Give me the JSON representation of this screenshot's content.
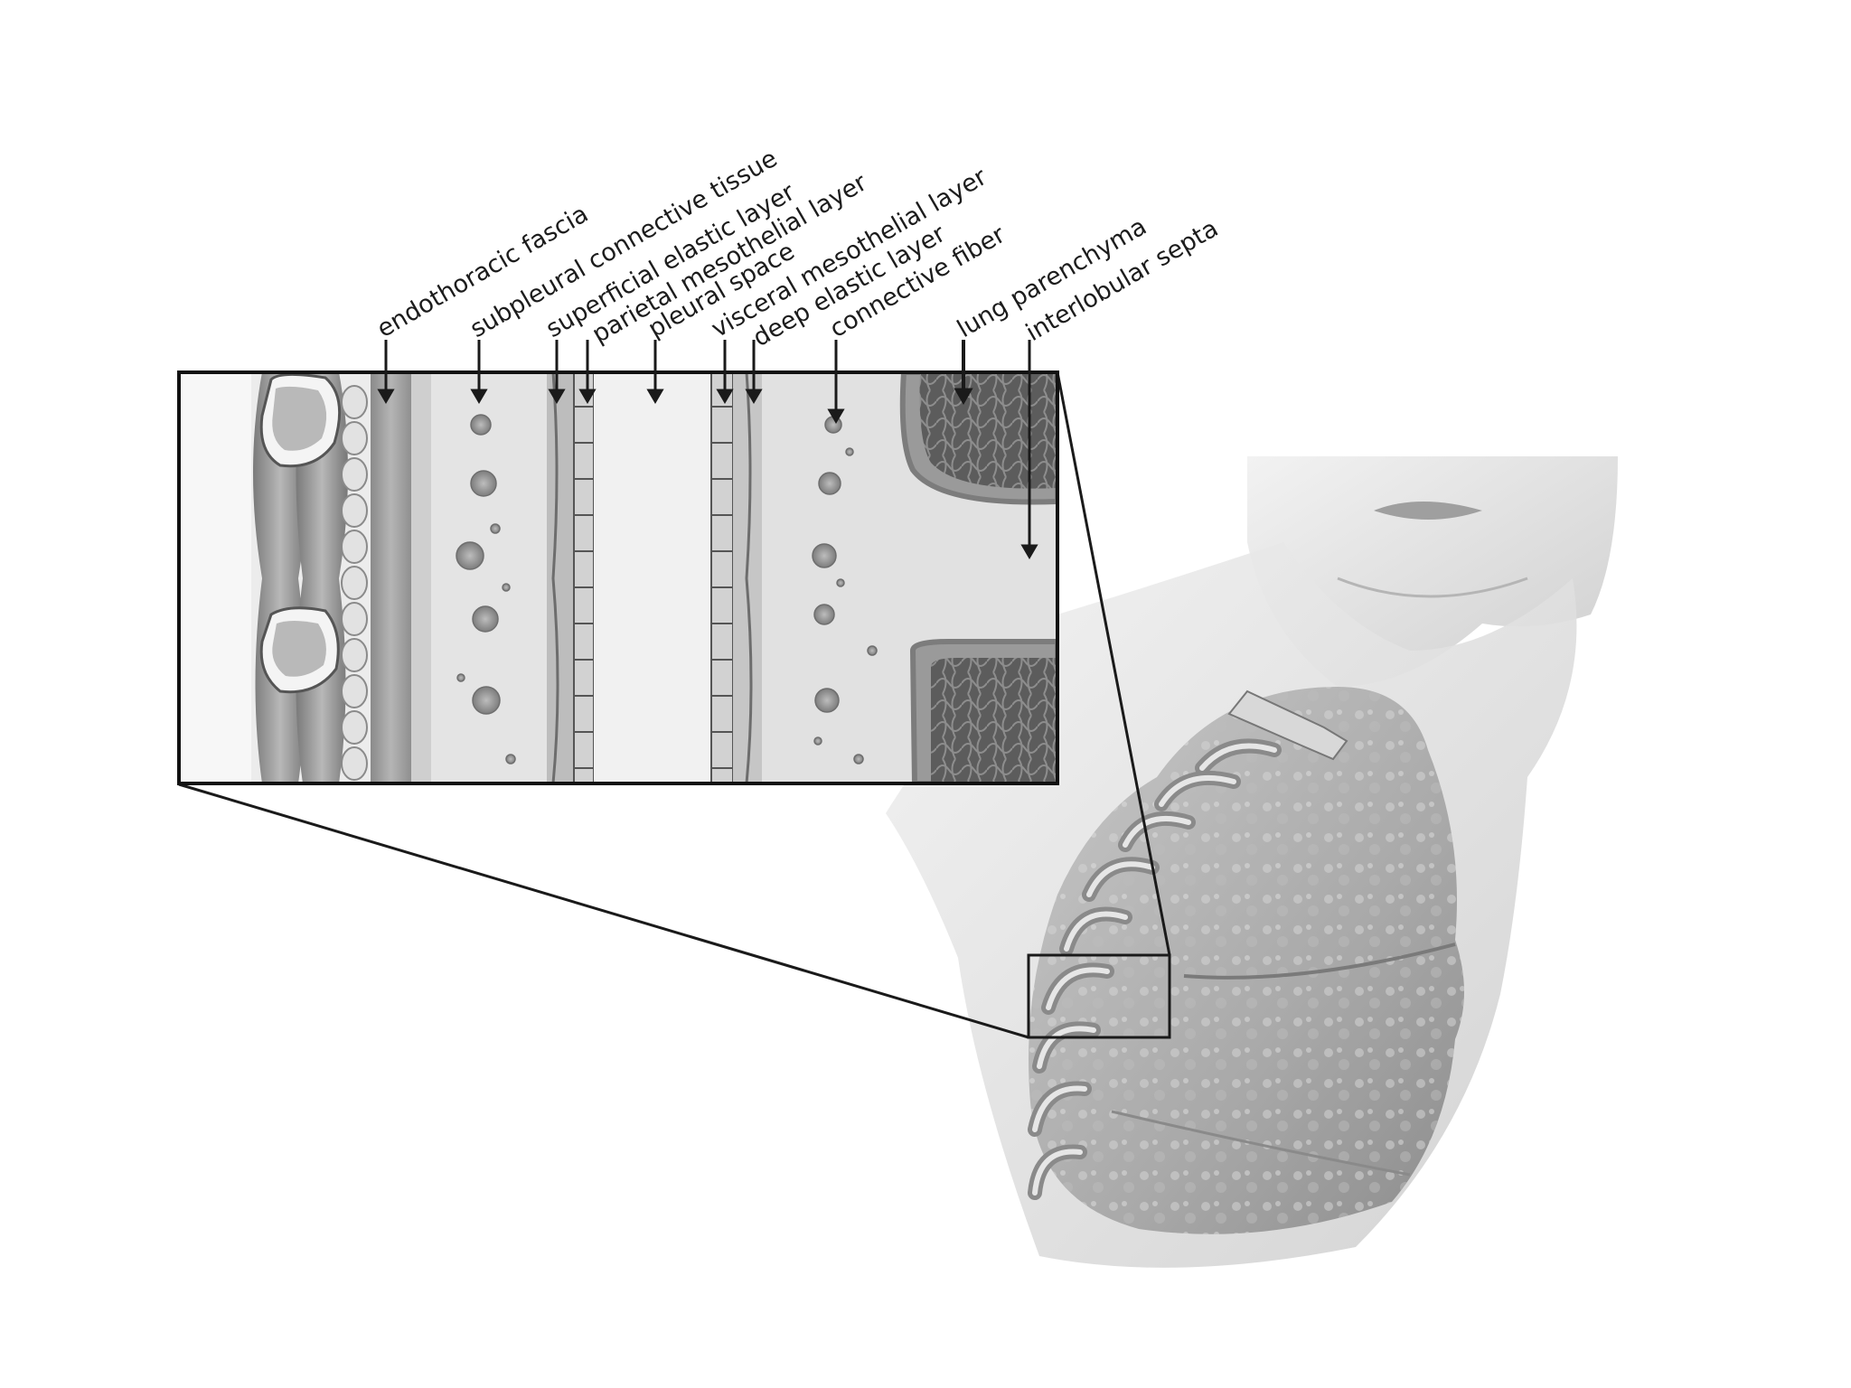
{
  "labels": [
    {
      "id": "endothoracic-fascia",
      "text": "endothoracic fascia"
    },
    {
      "id": "subpleural-connective-tissue",
      "text": "subpleural connective tissue"
    },
    {
      "id": "superficial-elastic-layer",
      "text": "superficial elastic layer"
    },
    {
      "id": "parietal-mesothelial-layer",
      "text": "parietal mesothelial layer"
    },
    {
      "id": "pleural-space",
      "text": "pleural space"
    },
    {
      "id": "visceral-mesothelial-layer",
      "text": "visceral mesothelial layer"
    },
    {
      "id": "deep-elastic-layer",
      "text": "deep elastic layer"
    },
    {
      "id": "connective-fiber",
      "text": "connective fiber"
    },
    {
      "id": "lung-parenchyma",
      "text": "lung parenchyma"
    },
    {
      "id": "interlobular-septa",
      "text": "interlobular septa"
    }
  ],
  "colors": {
    "background": "#ffffff",
    "ink": "#1c1c1c",
    "tissue_light": "#d9d9d9",
    "tissue_mid": "#a8a8a8",
    "tissue_dark": "#5a5a5a"
  }
}
